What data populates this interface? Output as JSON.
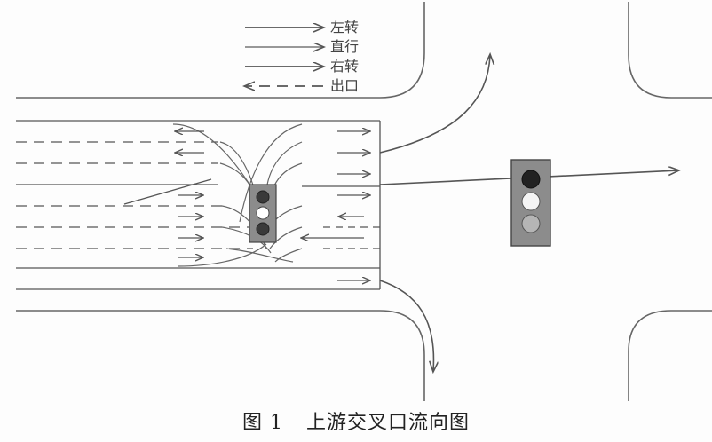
{
  "legend": {
    "items": [
      {
        "id": "left",
        "label": "左转"
      },
      {
        "id": "straight",
        "label": "直行"
      },
      {
        "id": "right",
        "label": "右转"
      },
      {
        "id": "exit",
        "label": "出口"
      }
    ]
  },
  "caption": {
    "number": "图 1",
    "title": "上游交叉口流向图"
  },
  "signals": [
    {
      "id": "signal-small",
      "lights": [
        "dark",
        "white",
        "dark"
      ]
    },
    {
      "id": "signal-large",
      "lights": [
        "dark",
        "white",
        "gray"
      ]
    }
  ],
  "colors": {
    "road": "#666666",
    "arrow": "#555555",
    "signal_housing": "#8c8c8c"
  }
}
